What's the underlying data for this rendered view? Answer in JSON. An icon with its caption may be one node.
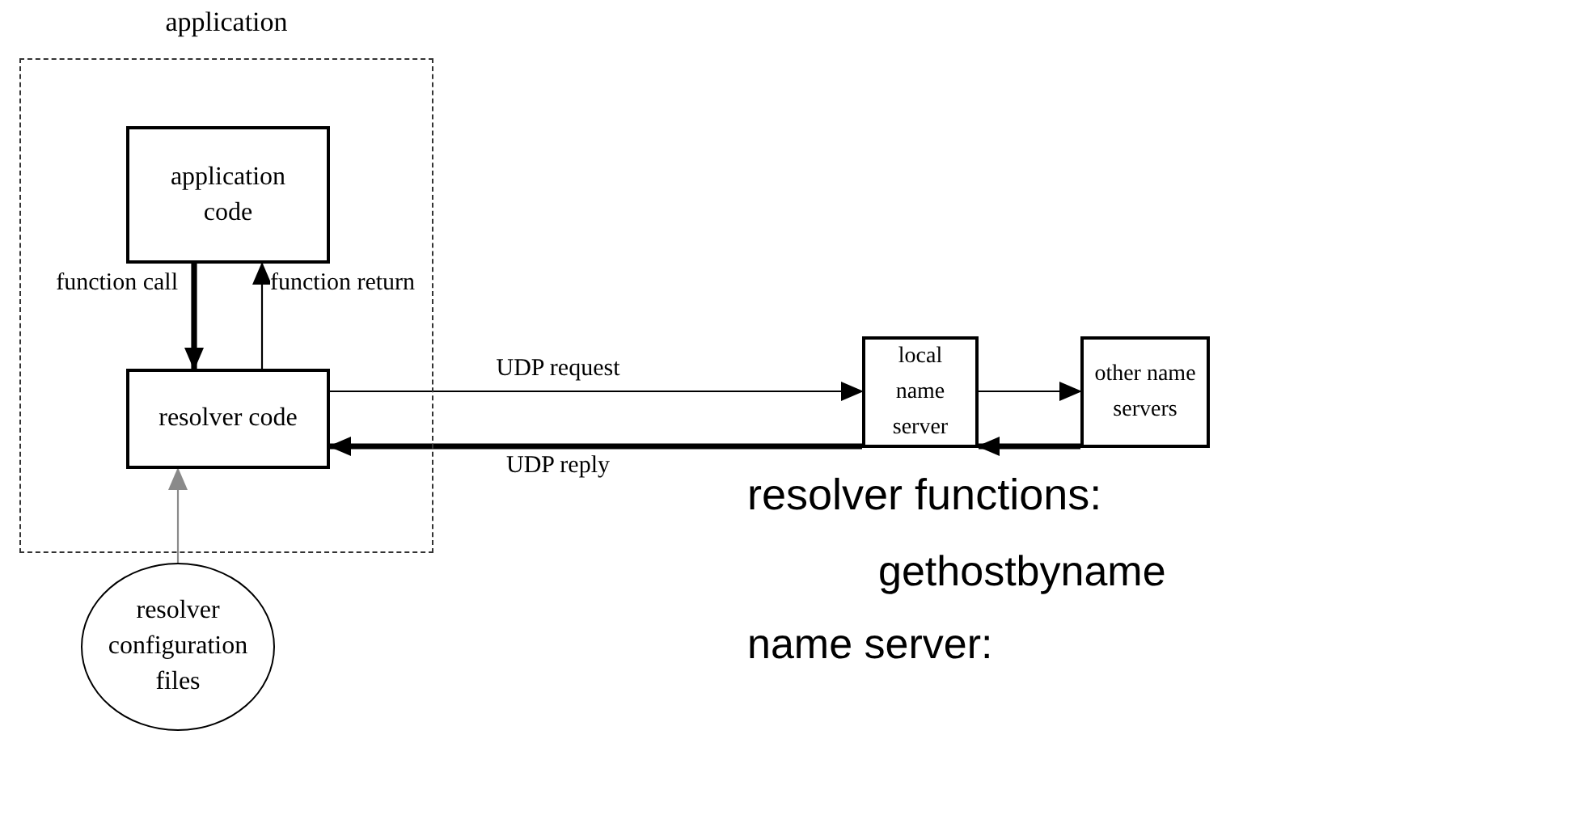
{
  "diagram": {
    "nodes": [
      {
        "text": [
          "application"
        ]
      },
      {
        "text": [
          "application code"
        ],
        "in": 0
      },
      {
        "text": [
          "resolver code"
        ],
        "in": 0
      },
      {
        "text": [
          "local name server"
        ]
      },
      {
        "text": [
          "other name servers"
        ]
      },
      {
        "text": [
          "resolver configuration files"
        ]
      }
    ],
    "edges": [
      {
        "from": 1,
        "to": 2,
        "arrow": "to",
        "label": "function call",
        "style": "thick"
      },
      {
        "from": 2,
        "to": 1,
        "arrow": "to",
        "label": "function return"
      },
      {
        "from": 2,
        "to": 3,
        "arrow": "to",
        "label": "UDP request"
      },
      {
        "from": 3,
        "to": 2,
        "arrow": "to",
        "label": "UDP reply",
        "style": "thick"
      },
      {
        "from": 3,
        "to": 4,
        "arrow": "to"
      },
      {
        "from": 4,
        "to": 3,
        "arrow": "to",
        "style": "thick"
      },
      {
        "from": 5,
        "to": 2,
        "arrow": "to",
        "color": "#8a8a8a"
      }
    ],
    "labels": [
      "resolver functions:",
      "gethostbyname",
      "name server:"
    ]
  }
}
